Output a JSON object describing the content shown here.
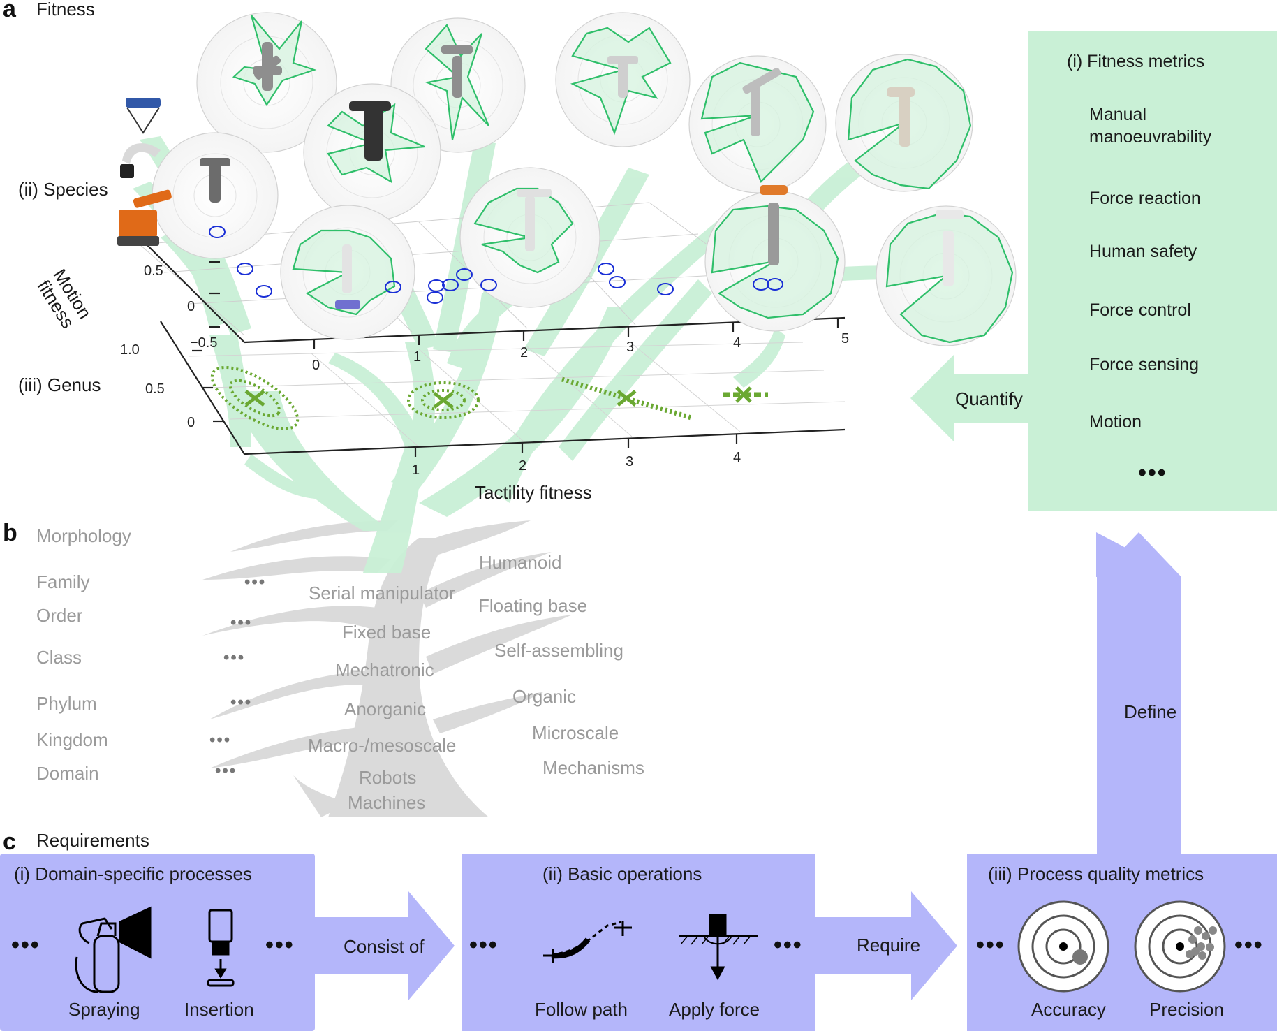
{
  "panel_a": {
    "letter": "a",
    "title": "Fitness",
    "species_label": "(ii) Species",
    "genus_label": "(iii) Genus",
    "motion_axis": "Motion\nfitness",
    "tactility_axis": "Tactility fitness",
    "upper_y_ticks": [
      "0.5",
      "0",
      "−0.5"
    ],
    "upper_x_ticks": [
      "0",
      "1",
      "2",
      "3",
      "4",
      "5"
    ],
    "lower_y_ticks": [
      "1.0",
      "0.5",
      "0"
    ],
    "lower_x_ticks": [
      "1",
      "2",
      "3",
      "4"
    ],
    "quantify_label": "Quantify",
    "metrics_box": {
      "heading": "(i) Fitness metrics",
      "items": [
        "Manual\nmanoeuvrability",
        "Force reaction",
        "Human safety",
        "Force control",
        "Force sensing",
        "Motion"
      ],
      "more": "•••"
    },
    "accent_green": "#c9f0d6",
    "line_green": "#2fbf6a",
    "marker_green": "#6aa832",
    "marker_blue": "#1a2fd6"
  },
  "panel_b": {
    "letter": "b",
    "title": "Morphology",
    "ranks": [
      "Family",
      "Order",
      "Class",
      "Phylum",
      "Kingdom",
      "Domain"
    ],
    "more": "•••",
    "left_branch": [
      "Serial manipulator",
      "Fixed base",
      "Mechatronic",
      "Anorganic",
      "Macro-/mesoscale",
      "Robots",
      "Machines"
    ],
    "right_branch": [
      "Humanoid",
      "Floating base",
      "Self-assembling",
      "Organic",
      "Microscale",
      "Mechanisms"
    ],
    "trunk_color": "#d9d9d9"
  },
  "panel_c": {
    "letter": "c",
    "title": "Requirements",
    "box1": {
      "heading": "(i) Domain-specific processes",
      "items": [
        "Spraying",
        "Insertion"
      ]
    },
    "arrow1": "Consist of",
    "box2": {
      "heading": "(ii) Basic operations",
      "items": [
        "Follow path",
        "Apply force"
      ]
    },
    "arrow2": "Require",
    "box3": {
      "heading": "(iii) Process quality metrics",
      "items": [
        "Accuracy",
        "Precision"
      ]
    },
    "define_label": "Define",
    "more": "•••",
    "box_color": "#b4b6fa"
  }
}
